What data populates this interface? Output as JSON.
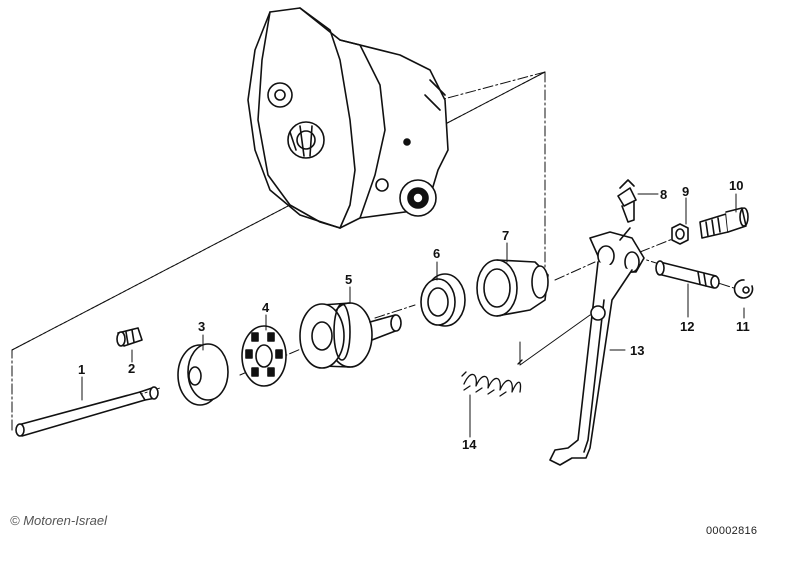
{
  "callouts": {
    "c1": "1",
    "c2": "2",
    "c3": "3",
    "c4": "4",
    "c5": "5",
    "c6": "6",
    "c7": "7",
    "c8": "8",
    "c9": "9",
    "c10": "10",
    "c11": "11",
    "c12": "12",
    "c13": "13",
    "c14": "14"
  },
  "footer": {
    "copyright": "© Motoren-Israel",
    "diagram_number": "00002816"
  }
}
